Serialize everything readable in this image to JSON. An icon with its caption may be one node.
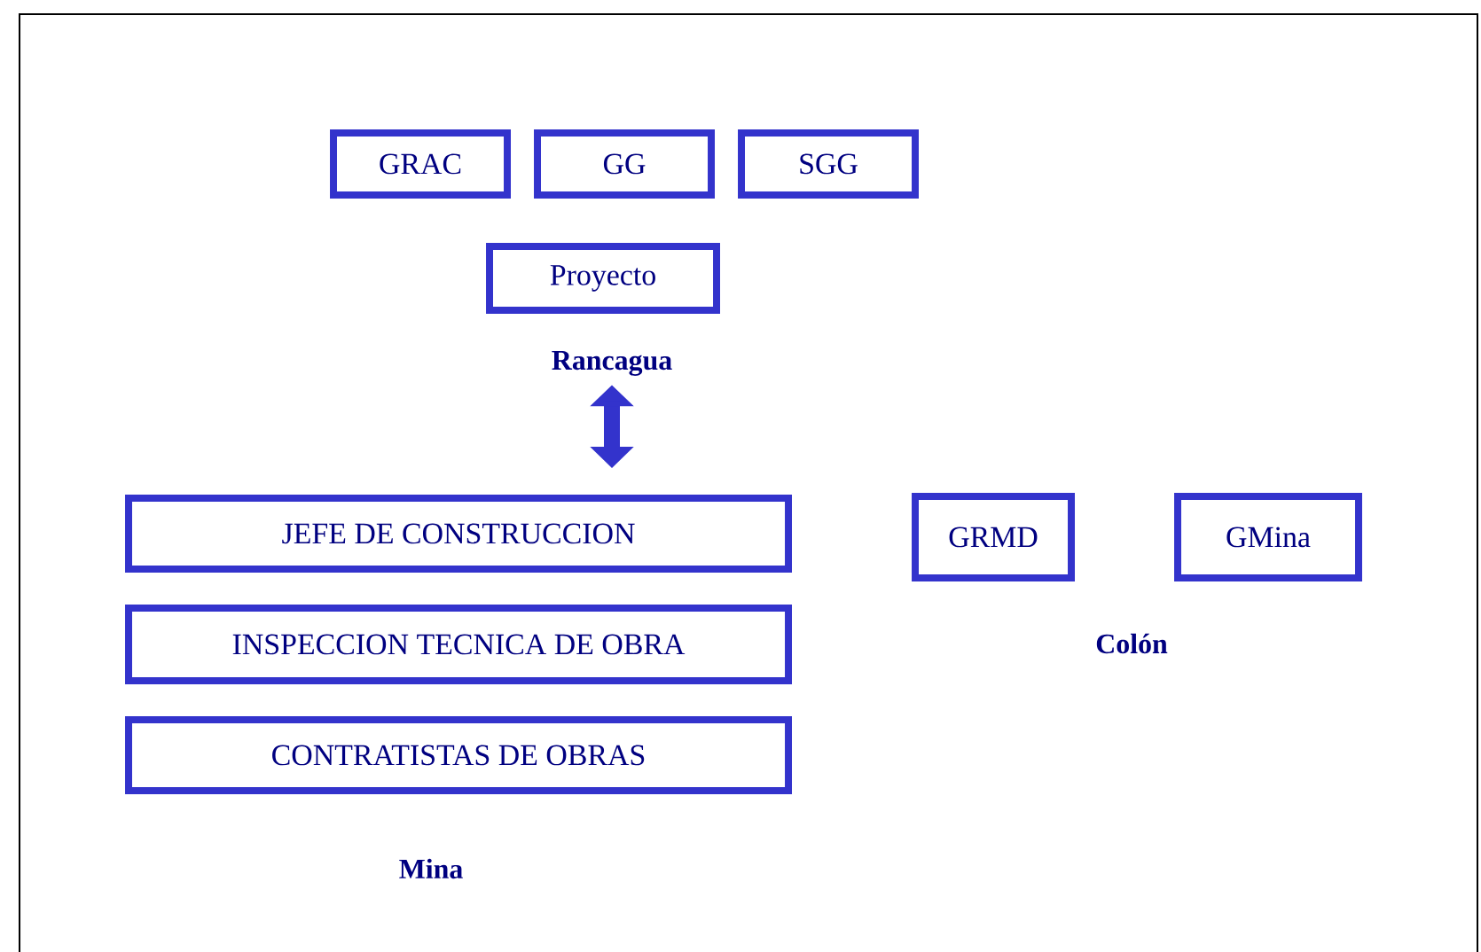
{
  "diagram": {
    "nodes": [
      {
        "text": [
          "GRAC"
        ]
      },
      {
        "text": [
          "GG"
        ]
      },
      {
        "text": [
          "SGG"
        ]
      },
      {
        "text": [
          "Proyecto"
        ]
      },
      {
        "text": [
          "Rancagua"
        ]
      },
      {
        "text": [
          "JEFE DE CONSTRUCCION"
        ]
      },
      {
        "text": [
          "INSPECCION TECNICA DE OBRA"
        ]
      },
      {
        "text": [
          "CONTRATISTAS  DE OBRAS"
        ]
      },
      {
        "text": [
          "GRMD"
        ]
      },
      {
        "text": [
          "GMina"
        ]
      }
    ],
    "edges": [
      {
        "from": 4,
        "to": 5,
        "arrow": "both"
      }
    ],
    "labels": [
      "Colón",
      "Mina"
    ]
  }
}
